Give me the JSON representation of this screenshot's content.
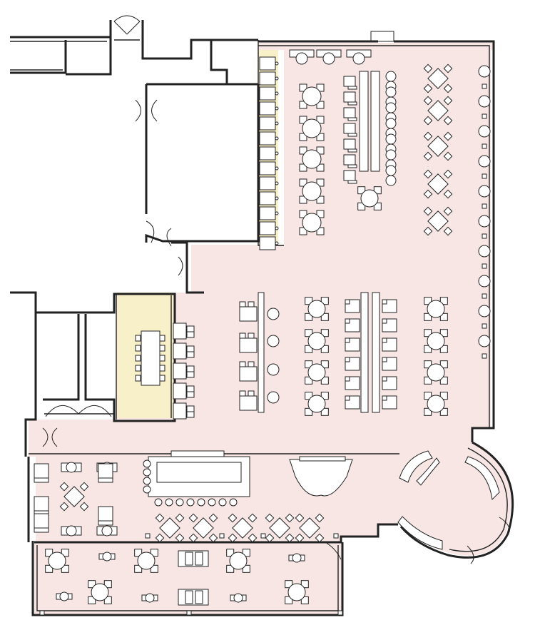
{
  "colors": {
    "floor": "#f7e6e4",
    "yellow_zone": "#f8f0c8",
    "walls": "#222222",
    "furniture_fill": "#ffffff",
    "background": "#ffffff"
  },
  "elements": {
    "yellow_zones": 2,
    "round_tables_4_seat": 26,
    "long_bench_tables": 5,
    "curved_lounge_seating": 3
  }
}
